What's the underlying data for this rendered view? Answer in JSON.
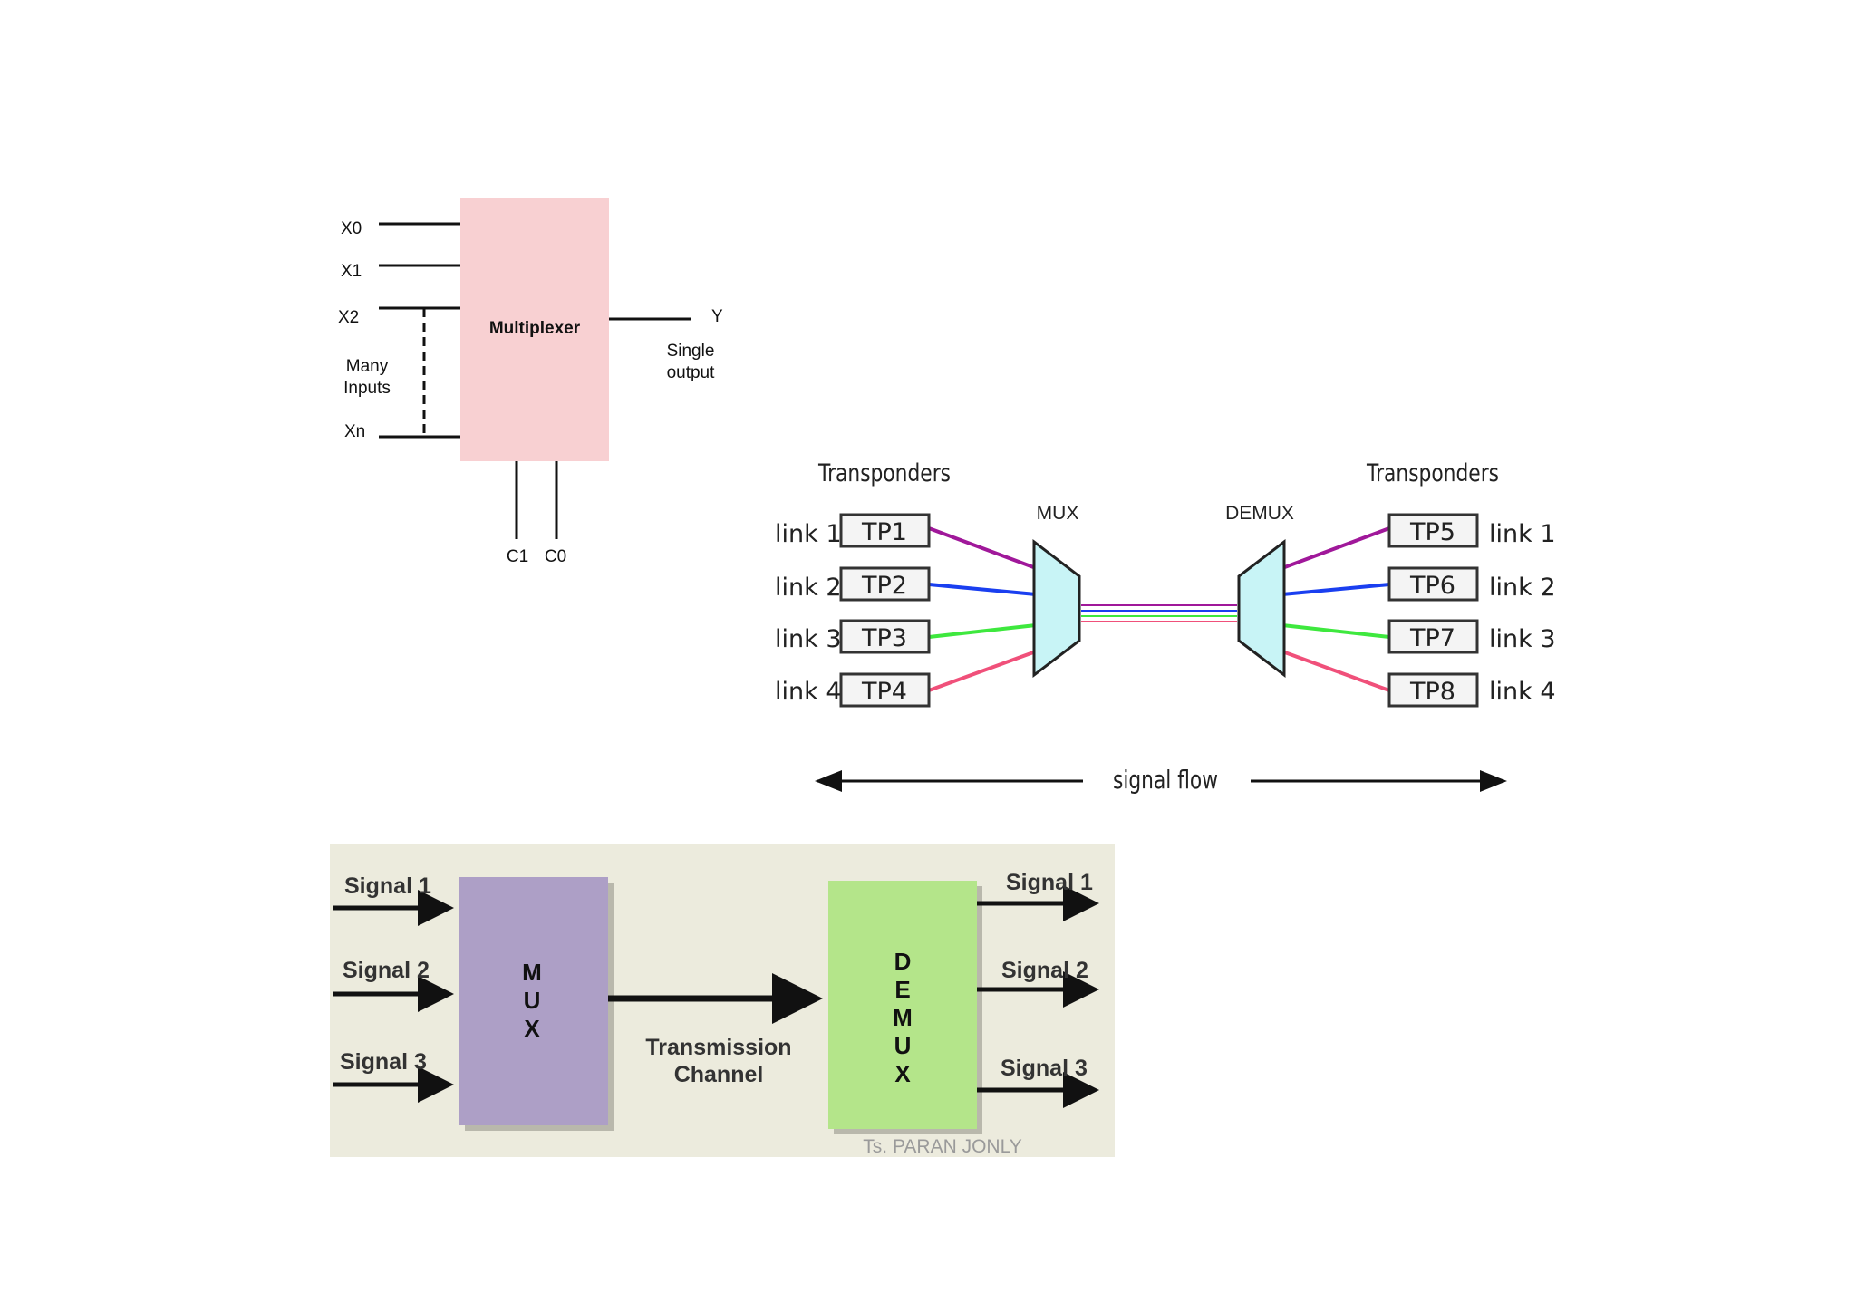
{
  "mux_diagram": {
    "block_label": "Multiplexer",
    "inputs": [
      "X0",
      "X1",
      "X2",
      "Xn"
    ],
    "many_inputs": [
      "Many",
      "Inputs"
    ],
    "output_label": "Y",
    "output_caption": [
      "Single",
      "output"
    ],
    "control_labels": [
      "C1",
      "C0"
    ],
    "block_color": "#f8d0d2"
  },
  "wdm_diagram": {
    "left_title": "Transponders",
    "right_title": "Transponders",
    "mux_label": "MUX",
    "demux_label": "DEMUX",
    "left_links": [
      "link 1",
      "link 2",
      "link 3",
      "link 4"
    ],
    "left_tps": [
      "TP1",
      "TP2",
      "TP3",
      "TP4"
    ],
    "right_tps": [
      "TP5",
      "TP6",
      "TP7",
      "TP8"
    ],
    "right_links": [
      "link 1",
      "link 2",
      "link 3",
      "link 4"
    ],
    "link_colors": [
      "#a0189a",
      "#1a3ff0",
      "#3ee83e",
      "#f0507a"
    ],
    "signal_flow": "signal flow",
    "prism_color": "#c8f4f6"
  },
  "signal_diagram": {
    "inputs": [
      "Signal 1",
      "Signal 2",
      "Signal 3"
    ],
    "outputs": [
      "Signal 1",
      "Signal 2",
      "Signal 3"
    ],
    "mux_letters": [
      "M",
      "U",
      "X"
    ],
    "demux_letters": [
      "D",
      "E",
      "M",
      "U",
      "X"
    ],
    "channel_label": [
      "Transmission",
      "Channel"
    ],
    "panel_color": "#ecebdd",
    "mux_color": "#ad9fc6",
    "demux_color": "#b4e58a"
  },
  "watermark": "Ts. PARAN JONLY"
}
